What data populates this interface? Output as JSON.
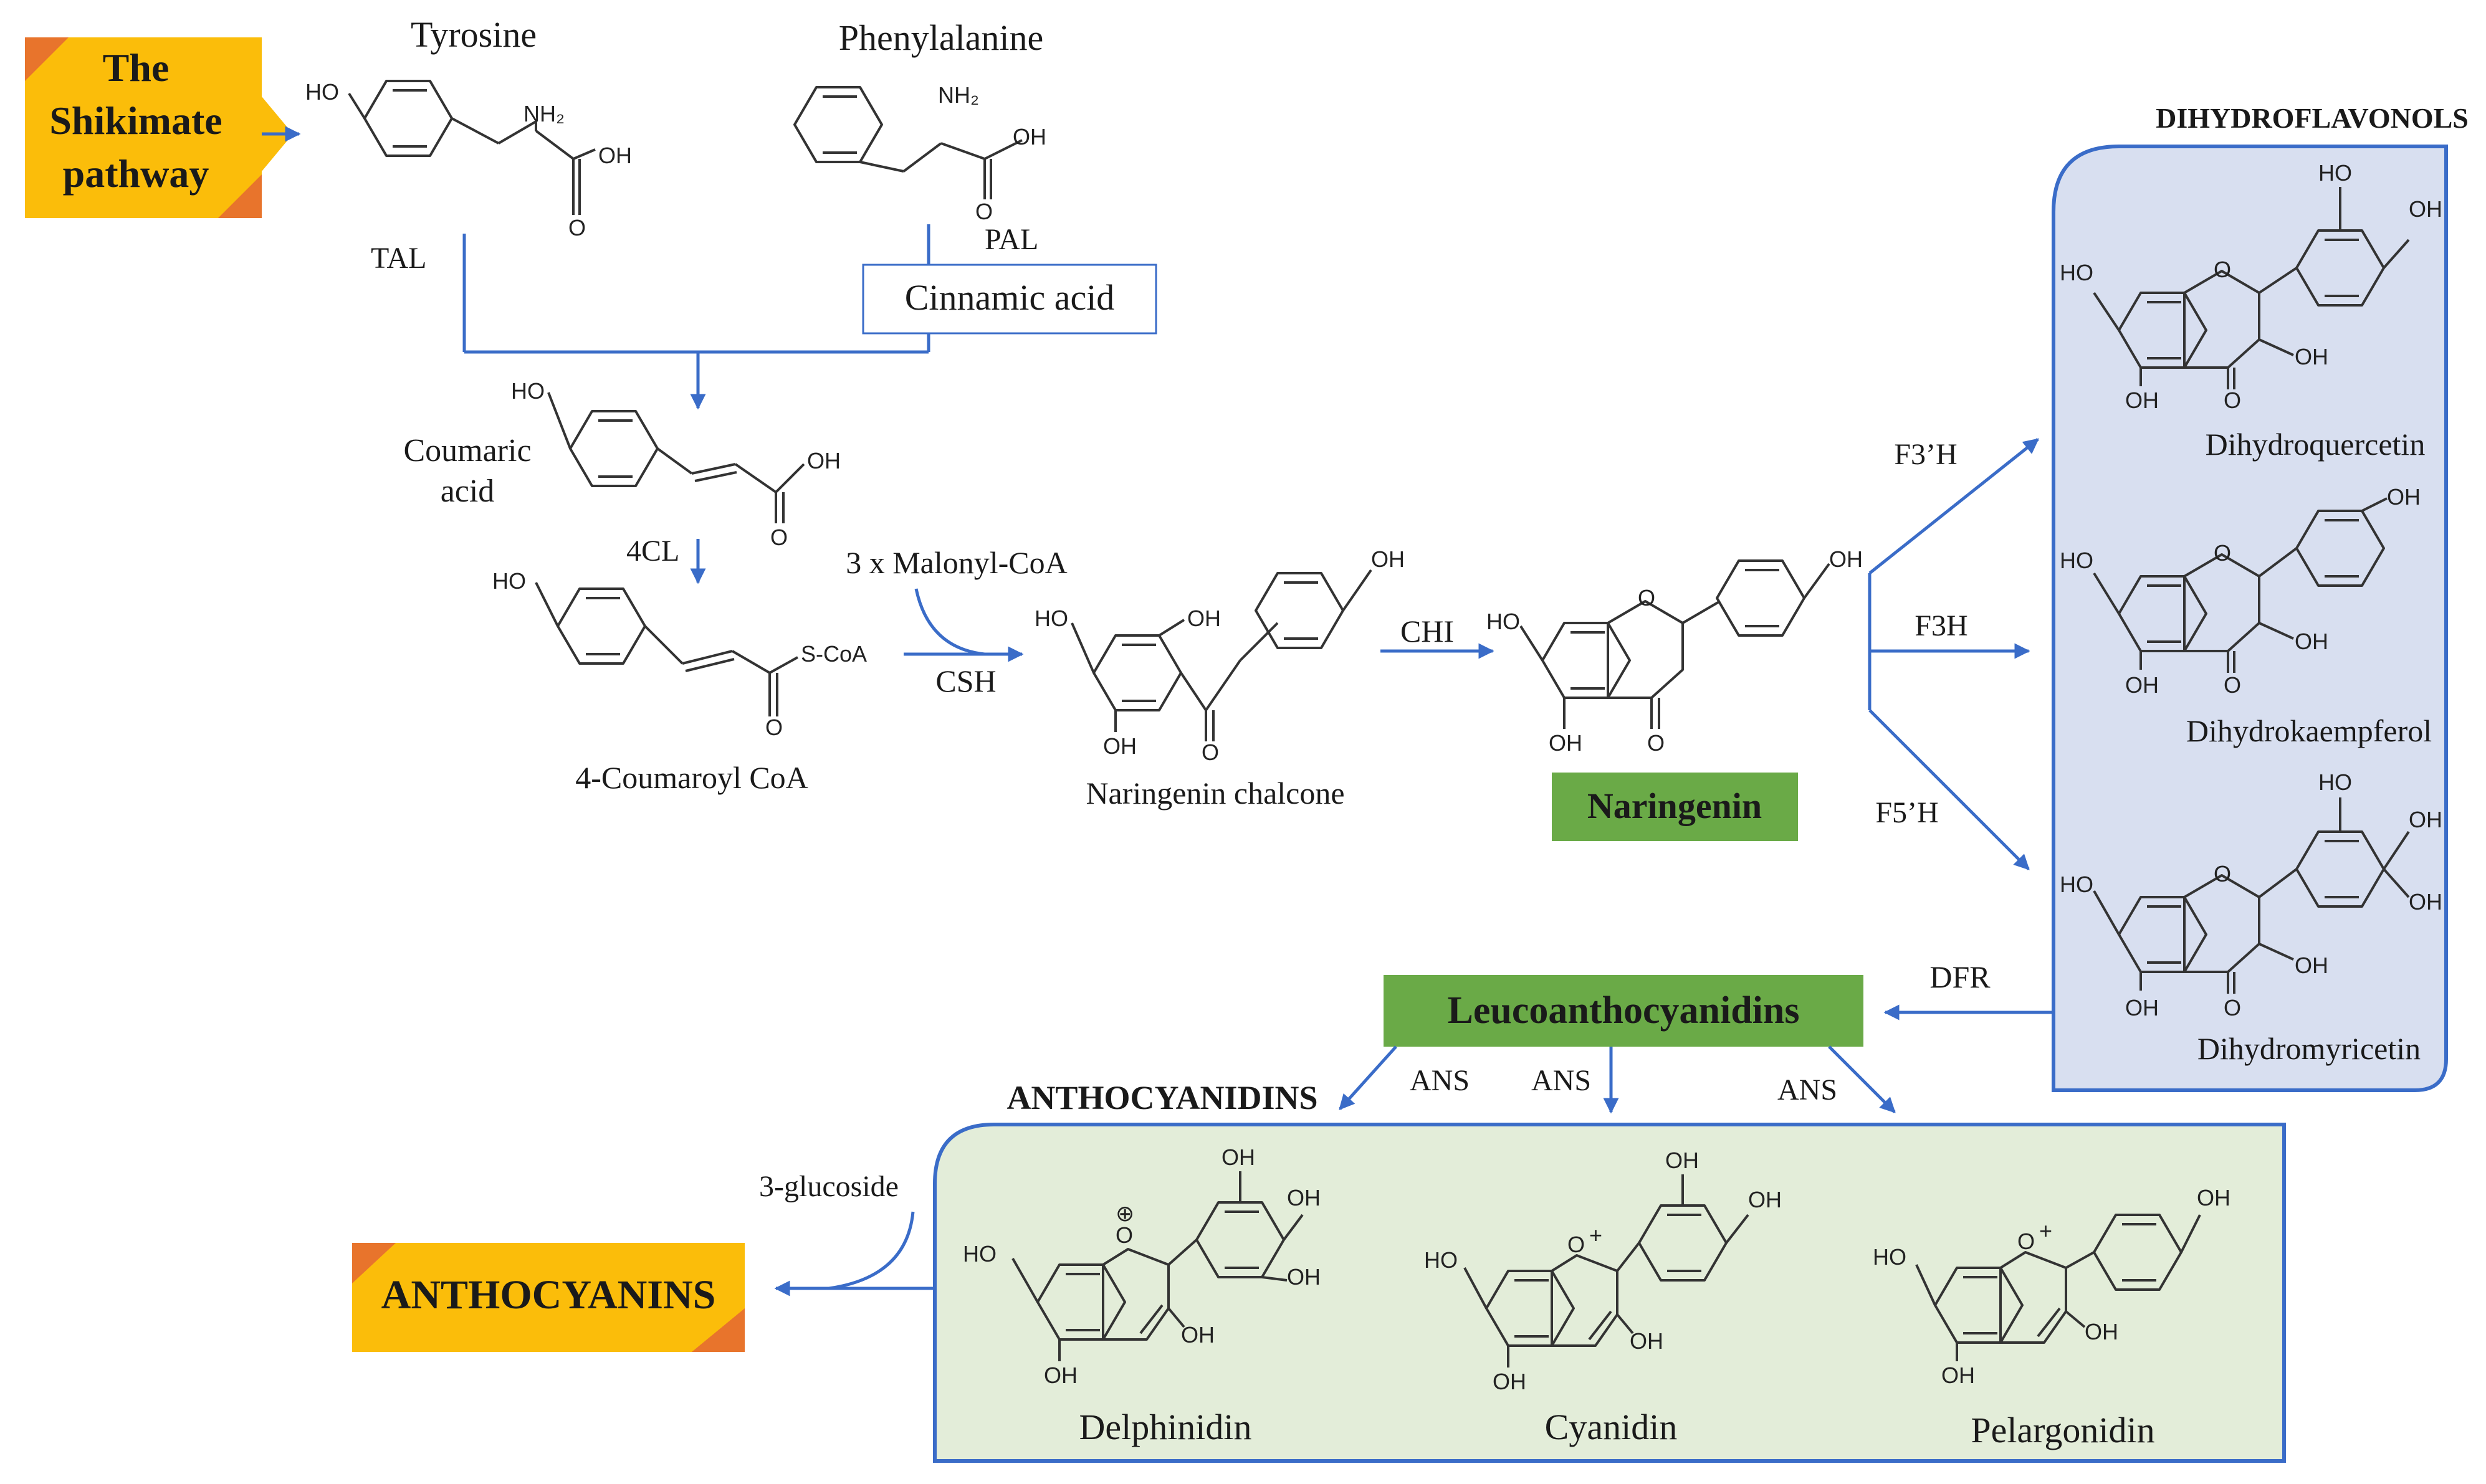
{
  "start": {
    "label_lines": [
      "The",
      "Shikimate",
      "pathway"
    ],
    "color": "#fbbd0a",
    "accent": "#e8742c"
  },
  "amino_acids": {
    "tyrosine": "Tyrosine",
    "phenylalanine": "Phenylalanine"
  },
  "enzymes": {
    "tal": "TAL",
    "pal": "PAL",
    "four_cl": "4CL",
    "csh": "CSH",
    "chi": "CHI",
    "f3h_prime": "F3’H",
    "f3h": "F3H",
    "f5h_prime": "F5’H",
    "dfr": "DFR",
    "ans": [
      "ANS",
      "ANS",
      "ANS"
    ]
  },
  "intermediates": {
    "cinnamic_acid": "Cinnamic acid",
    "coumaric_acid_lines": [
      "Coumaric",
      "acid"
    ],
    "malonyl": "3 x Malonyl-CoA",
    "coumaroyl_coa": "4-Coumaroyl CoA",
    "naringenin_chalcone": "Naringenin chalcone",
    "naringenin": "Naringenin",
    "leucoanthocyanidins": "Leucoanthocyanidins"
  },
  "dihydroflavonols": {
    "header": "DIHYDROFLAVONOLS",
    "compounds": [
      "Dihydroquercetin",
      "Dihydrokaempferol",
      "Dihydromyricetin"
    ],
    "panel_color": "#d8dff0",
    "border_color": "#3a6cc8"
  },
  "anthocyanidins": {
    "header": "ANTHOCYANIDINS",
    "compounds": [
      "Delphinidin",
      "Cyanidin",
      "Pelargonidin"
    ],
    "panel_color": "#e3edd9",
    "border_color": "#3a6cc8"
  },
  "glycosylation": "3-glucoside",
  "product": {
    "label": "ANTHOCYANINS",
    "color": "#fbbd0a",
    "accent": "#e8742c"
  },
  "colors": {
    "green_box": "#6aaa47",
    "arrow": "#3a6cc8"
  },
  "atoms": {
    "ho": "HO",
    "oh": "OH",
    "o": "O",
    "nh2": "NH₂",
    "scoa": "S-CoA",
    "plus": "+",
    "oplus": "⊕"
  }
}
